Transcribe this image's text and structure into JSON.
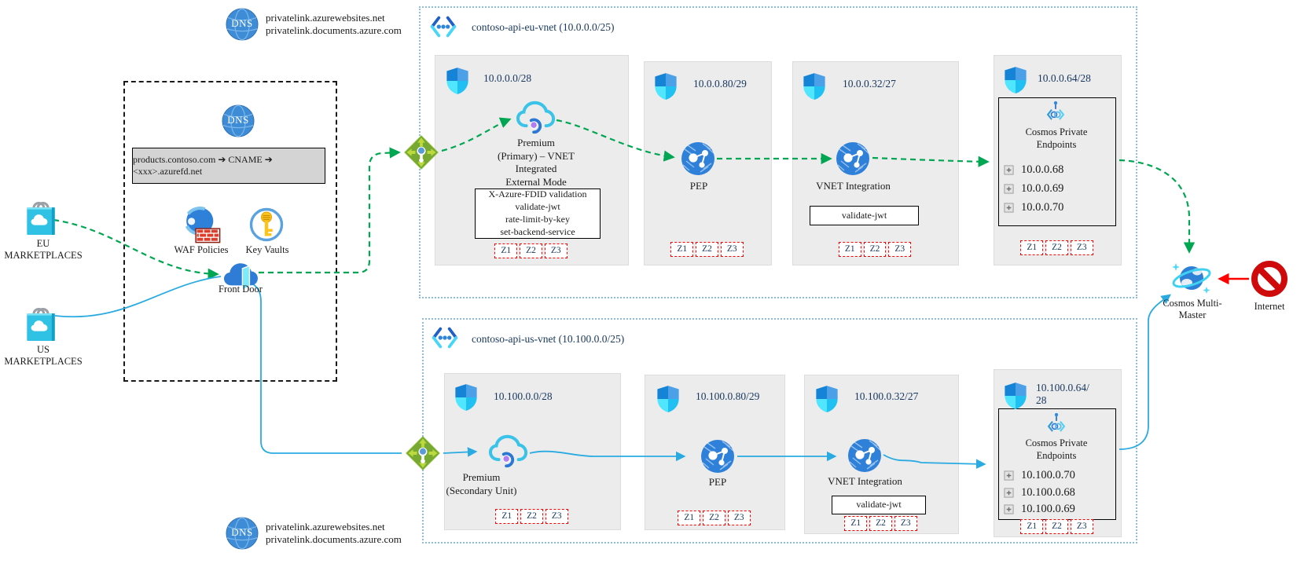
{
  "dns_zones": {
    "icon_label": "DNS",
    "top": [
      "privatelink.azurewebsites.net",
      "privatelink.documents.azure.com"
    ],
    "bottom": [
      "privatelink.azurewebsites.net",
      "privatelink.documents.azure.com"
    ]
  },
  "edge": {
    "dns_icon_label": "DNS",
    "cname_record": "products.contoso.com ➔ CNAME ➔ <xxx>.azurefd.net",
    "waf_label": "WAF Policies",
    "keyvault_label": "Key Vaults",
    "frontdoor_label": "Front Door"
  },
  "marketplaces": {
    "eu": "EU\nMARKETPLACES",
    "us": "US\nMARKETPLACES"
  },
  "vnets": [
    {
      "title": "contoso-api-eu-vnet (10.0.0.0/25)",
      "subnets": [
        {
          "cidr": "10.0.0.0/28",
          "node_label": "Premium\n(Primary) – VNET\nIntegrated\nExternal Mode",
          "policies": "X-Azure-FDID validation\nvalidate-jwt\nrate-limit-by-key\nset-backend-service",
          "zones": [
            "Z1",
            "Z2",
            "Z3"
          ]
        },
        {
          "cidr": "10.0.0.80/29",
          "node_label": "PEP",
          "zones": [
            "Z1",
            "Z2",
            "Z3"
          ]
        },
        {
          "cidr": "10.0.0.32/27",
          "node_label": "VNET Integration",
          "policies": "validate-jwt",
          "zones": [
            "Z1",
            "Z2",
            "Z3"
          ]
        },
        {
          "cidr": "10.0.0.64/28",
          "node_label": "Cosmos Private\nEndpoints",
          "endpoints": [
            "10.0.0.68",
            "10.0.0.69",
            "10.0.0.70"
          ],
          "zones": [
            "Z1",
            "Z2",
            "Z3"
          ]
        }
      ]
    },
    {
      "title": "contoso-api-us-vnet (10.100.0.0/25)",
      "subnets": [
        {
          "cidr": "10.100.0.0/28",
          "node_label": "Premium\n(Secondary Unit)",
          "zones": [
            "Z1",
            "Z2",
            "Z3"
          ]
        },
        {
          "cidr": "10.100.0.80/29",
          "node_label": "PEP",
          "zones": [
            "Z1",
            "Z2",
            "Z3"
          ]
        },
        {
          "cidr": "10.100.0.32/27",
          "node_label": "VNET Integration",
          "policies": "validate-jwt",
          "zones": [
            "Z1",
            "Z2",
            "Z3"
          ]
        },
        {
          "cidr": "10.100.0.64/\n28",
          "node_label": "Cosmos Private\nEndpoints",
          "endpoints": [
            "10.100.0.70",
            "10.100.0.68",
            "10.100.0.69"
          ],
          "zones": [
            "Z1",
            "Z2",
            "Z3"
          ]
        }
      ]
    }
  ],
  "right": {
    "cosmos_label": "Cosmos Multi-\nMaster",
    "internet_label": "Internet"
  },
  "colors": {
    "green_flow": "#00A651",
    "cyan_flow": "#29ABE2",
    "red_block": "#FF0000",
    "vnet_border": "#8EBCE8",
    "zone_border": "#FF0000",
    "zone_text": "#17375E",
    "subnet_bg": "#ECECEC"
  }
}
